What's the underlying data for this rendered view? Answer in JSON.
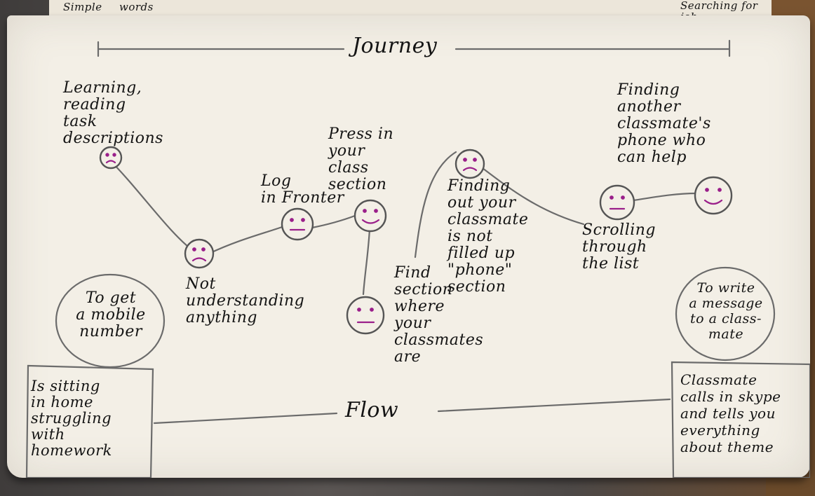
{
  "top_strip": {
    "left_word_1": "Simple",
    "left_word_2": "words",
    "right_text": "Searching for\njob"
  },
  "journey": {
    "title": "Journey",
    "steps": [
      {
        "label": "Learning,\nreading\ntask\ndescriptions",
        "mood": "sad"
      },
      {
        "label": "Not\nunderstanding\nanything",
        "mood": "sad"
      },
      {
        "label": "Log\nin Fronter",
        "mood": "neutral"
      },
      {
        "label": "Press in\nyour\nclass\nsection",
        "mood": "happy"
      },
      {
        "label": "",
        "mood": "neutral"
      },
      {
        "label": "Find\nsection\nwhere\nyour\nclassmates\nare",
        "mood": "sad"
      },
      {
        "label": "Finding\nout your\nclassmate\nis not\nfilled up\n\"phone\"\nsection",
        "mood": "sad"
      },
      {
        "label": "Scrolling\nthrough\nthe list",
        "mood": "neutral"
      },
      {
        "label": "Finding\nanother\nclassmate's\nphone who\ncan help",
        "mood": "happy"
      }
    ]
  },
  "goals": {
    "start": "To get\na mobile\nnumber",
    "end": "To write\na message\nto a class-\nmate"
  },
  "flow": {
    "title": "Flow",
    "start_context": "Is sitting\nin home\nstruggling\nwith\nhomework",
    "end_context": "Classmate\ncalls in skype\nand tells you\neverything\nabout theme"
  },
  "colors": {
    "paper": "#f3efe6",
    "ink": "#141414",
    "pencil": "#6b6b6b",
    "face_ink": "#9a1f8a"
  }
}
